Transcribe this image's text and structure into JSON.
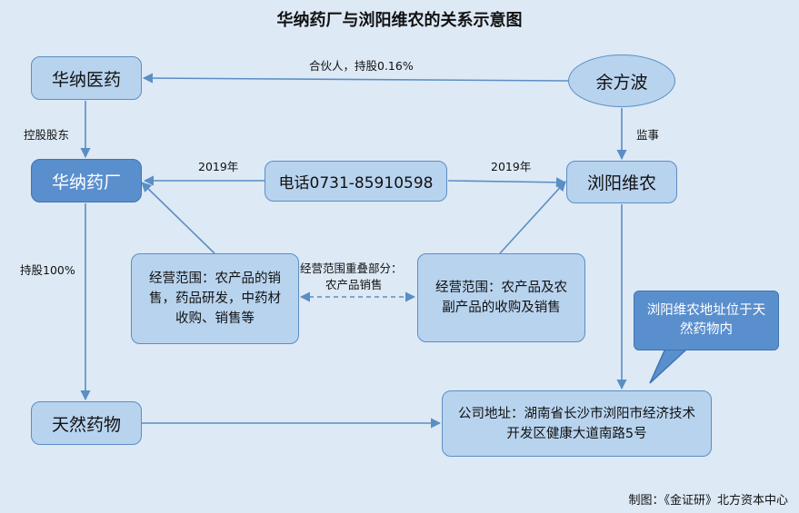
{
  "title": "华纳药厂与浏阳维农的关系示意图",
  "nodes": {
    "huana_yiyao": "华纳医药",
    "yu_fangbo": "余方波",
    "huana_yaochang": "华纳药厂",
    "phone": "电话0731-85910598",
    "liuyang_weinong": "浏阳维农",
    "scope_huana": "经营范围：农产品的销售，药品研发，中药材收购、销售等",
    "scope_weinong": "经营范围：农产品及农副产品的收购及销售",
    "tianran_yaowu": "天然药物",
    "address": "公司地址：湖南省长沙市浏阳市经济技术开发区健康大道南路5号"
  },
  "labels": {
    "partner": "合伙人，持股0.16%",
    "controlling": "控股股东",
    "supervisor": "监事",
    "year_left": "2019年",
    "year_right": "2019年",
    "overlap_line1": "经营范围重叠部分：",
    "overlap_line2": "农产品销售",
    "hold100": "持股100%"
  },
  "callout": "浏阳维农地址位于天然药物内",
  "footer": "制图：《金证研》北方资本中心",
  "colors": {
    "background": "#dde9f5",
    "node_fill": "#b8d3ee",
    "node_border": "#5b8ec4",
    "highlight_fill": "#5a8fce",
    "arrow": "#5b8ec4"
  }
}
